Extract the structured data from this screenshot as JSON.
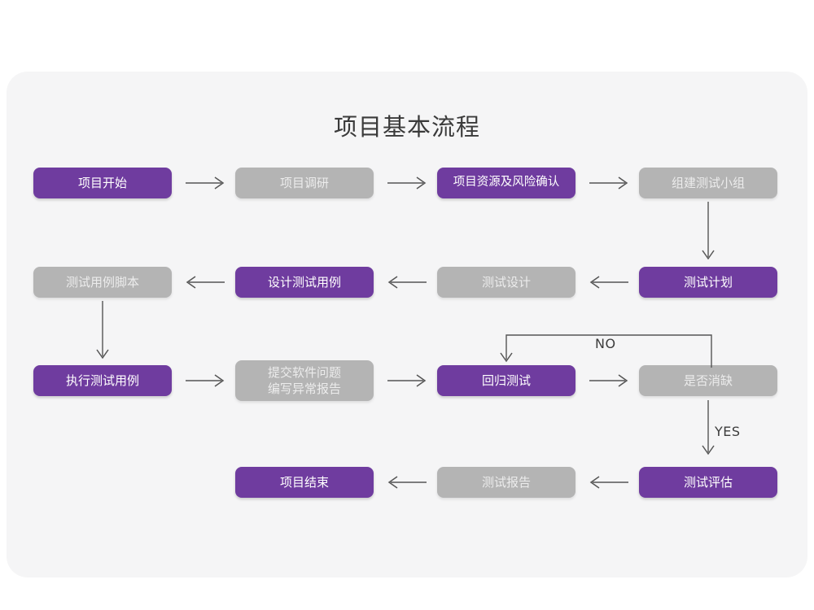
{
  "page": {
    "title": "项目基本流程",
    "panel_bg": "#f5f5f6",
    "page_bg": "#ffffff",
    "accent_purple": "#6f3c9f",
    "accent_gray": "#b4b4b4",
    "connector_color": "#555555"
  },
  "flow": {
    "nodes": [
      {
        "id": "n1",
        "label": "项目开始",
        "style": "purple"
      },
      {
        "id": "n2",
        "label": "项目调研",
        "style": "gray"
      },
      {
        "id": "n3",
        "label": "项目资源及风险确认",
        "style": "purple"
      },
      {
        "id": "n4",
        "label": "组建测试小组",
        "style": "gray"
      },
      {
        "id": "n5",
        "label": "测试计划",
        "style": "purple"
      },
      {
        "id": "n6",
        "label": "测试设计",
        "style": "gray"
      },
      {
        "id": "n7",
        "label": "设计测试用例",
        "style": "purple"
      },
      {
        "id": "n8",
        "label": "测试用例脚本",
        "style": "gray"
      },
      {
        "id": "n9",
        "label": "执行测试用例",
        "style": "purple"
      },
      {
        "id": "n10",
        "label": "提交软件问题\n编写异常报告",
        "style": "gray"
      },
      {
        "id": "n11",
        "label": "回归测试",
        "style": "purple"
      },
      {
        "id": "n12",
        "label": "是否消缺",
        "style": "gray"
      },
      {
        "id": "n13",
        "label": "测试评估",
        "style": "purple"
      },
      {
        "id": "n14",
        "label": "测试报告",
        "style": "gray"
      },
      {
        "id": "n15",
        "label": "项目结束",
        "style": "purple"
      }
    ],
    "edge_labels": {
      "no": "NO",
      "yes": "YES"
    }
  }
}
